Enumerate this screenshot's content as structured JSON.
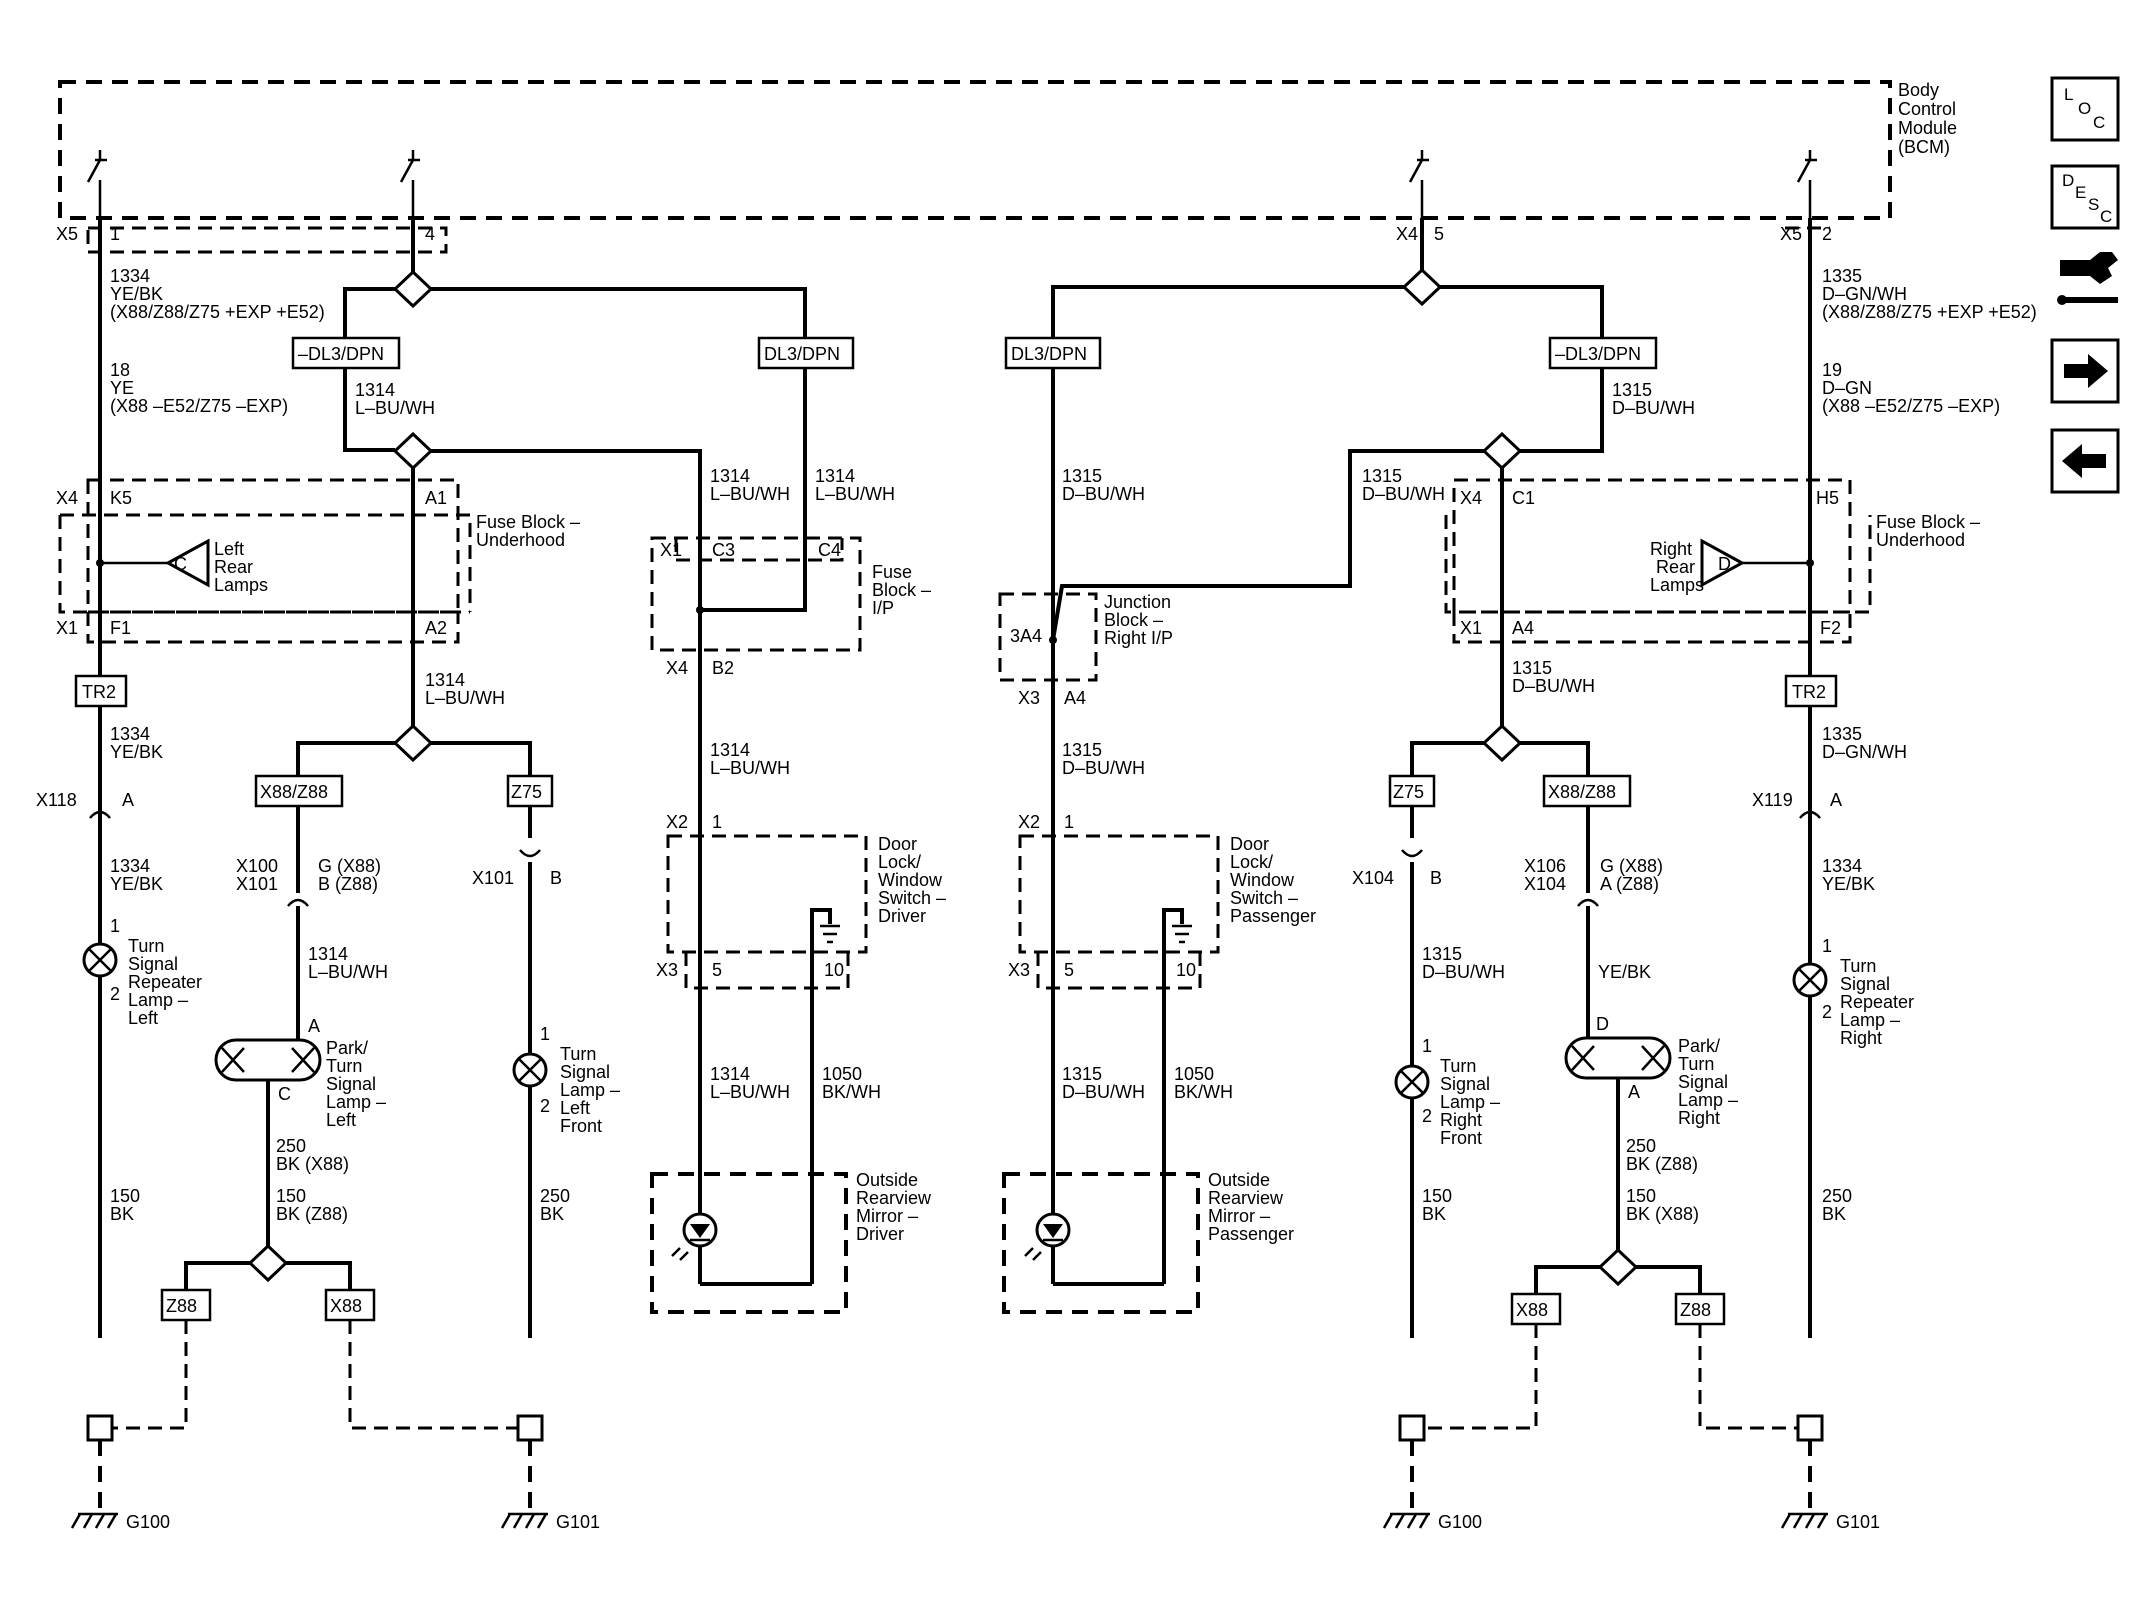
{
  "bcm": {
    "l1": "Body",
    "l2": "Control",
    "l3": "Module",
    "l4": "(BCM)"
  },
  "nav": {
    "loc": [
      "L",
      "O",
      "C"
    ],
    "desc": [
      "D",
      "E",
      "S",
      "C"
    ]
  },
  "left": {
    "pin_x5": "X5",
    "pin_1": "1",
    "pin_4": "4",
    "w1334_a": "1334",
    "w1334_b": "YE/BK",
    "w1334_c": "(X88/Z88/Z75 +EXP +E52)",
    "w18_a": "18",
    "w18_b": "YE",
    "w18_c": "(X88 –E52/Z75 –EXP)",
    "opt_ndl": "–DL3/DPN",
    "opt_dl": "DL3/DPN",
    "w1314_a": "1314",
    "w1314_b": "L–BU/WH",
    "x4": "X4",
    "k5": "K5",
    "a1": "A1",
    "fuse_1": "Fuse Block –",
    "fuse_2": "Underhood",
    "rear_1": "Left",
    "rear_2": "Rear",
    "rear_3": "Lamps",
    "rear_c": "C",
    "x1": "X1",
    "f1": "F1",
    "a2": "A2",
    "tr2": "TR2",
    "x118": "X118",
    "pa": "A",
    "x88z88": "X88/Z88",
    "z75": "Z75",
    "x100": "X100",
    "x101": "X101",
    "gx88": "G (X88)",
    "bz88": "B (Z88)",
    "x101b": "X101",
    "pb": "B",
    "rep_1": "Turn",
    "rep_2": "Signal",
    "rep_3": "Repeater",
    "rep_4": "Lamp –",
    "rep_5": "Left",
    "park_1": "Park/",
    "park_2": "Turn",
    "park_3": "Signal",
    "park_4": "Lamp –",
    "park_5": "Left",
    "pin_a": "A",
    "pin_c": "C",
    "front_1": "Turn",
    "front_2": "Signal",
    "front_3": "Lamp –",
    "front_4": "Left",
    "front_5": "Front",
    "w250": "250",
    "bkx88": "BK (X88)",
    "w150b": "150",
    "bkz88": "BK (Z88)",
    "w150": "150",
    "bk": "BK",
    "w250b": "250",
    "z88": "Z88",
    "x88": "X88",
    "g100": "G100",
    "g101": "G101",
    "n1": "1",
    "n2": "2"
  },
  "mid_left": {
    "w1314": "1314",
    "c1314": "L–BU/WH",
    "x1": "X1",
    "c3": "C3",
    "c4": "C4",
    "fuse_1": "Fuse",
    "fuse_2": "Block –",
    "fuse_3": "I/P",
    "x4": "X4",
    "b2": "B2",
    "x2": "X2",
    "p1": "1",
    "dl_1": "Door",
    "dl_2": "Lock/",
    "dl_3": "Window",
    "dl_4": "Switch –",
    "dl_5": "Driver",
    "x3": "X3",
    "p5": "5",
    "p10": "10",
    "w1050": "1050",
    "c1050": "BK/WH",
    "m_1": "Outside",
    "m_2": "Rearview",
    "m_3": "Mirror –",
    "m_4": "Driver"
  },
  "mid_right": {
    "opt_dl": "DL3/DPN",
    "w1315": "1315",
    "c1315": "D–BU/WH",
    "jb_1": "Junction",
    "jb_2": "Block –",
    "jb_3": "Right I/P",
    "jb_pin": "3A4",
    "x3": "X3",
    "a4": "A4",
    "x2": "X2",
    "p1": "1",
    "dl_1": "Door",
    "dl_2": "Lock/",
    "dl_3": "Window",
    "dl_4": "Switch –",
    "dl_5": "Passenger",
    "x3b": "X3",
    "p5": "5",
    "p10": "10",
    "w1050": "1050",
    "c1050": "BK/WH",
    "m_1": "Outside",
    "m_2": "Rearview",
    "m_3": "Mirror –",
    "m_4": "Passenger"
  },
  "right": {
    "x4": "X4",
    "pin_5": "5",
    "x5": "X5",
    "pin_2": "2",
    "w1335_a": "1335",
    "w1335_b": "D–GN/WH",
    "w1335_c": "(X88/Z88/Z75 +EXP +E52)",
    "w19_a": "19",
    "w19_b": "D–GN",
    "w19_c": "(X88 –E52/Z75 –EXP)",
    "opt_ndl": "–DL3/DPN",
    "w1315": "1315",
    "c1315": "D–BU/WH",
    "x4b": "X4",
    "c1": "C1",
    "h5": "H5",
    "fuse_1": "Fuse Block –",
    "fuse_2": "Underhood",
    "rear_1": "Right",
    "rear_2": "Rear",
    "rear_3": "Lamps",
    "rear_d": "D",
    "x1": "X1",
    "a4": "A4",
    "f2": "F2",
    "tr2": "TR2",
    "w1335b": "1335",
    "c1335": "D–GN/WH",
    "x119": "X119",
    "pa": "A",
    "z75": "Z75",
    "x88z88": "X88/Z88",
    "x104": "X104",
    "pb": "B",
    "x106": "X106",
    "x104b": "X104",
    "gx88": "G (X88)",
    "az88": "A (Z88)",
    "w1334": "1334",
    "c1334": "YE/BK",
    "rep_1": "Turn",
    "rep_2": "Signal",
    "rep_3": "Repeater",
    "rep_4": "Lamp –",
    "rep_5": "Right",
    "front_1": "Turn",
    "front_2": "Signal",
    "front_3": "Lamp –",
    "front_4": "Right",
    "front_5": "Front",
    "park_1": "Park/",
    "park_2": "Turn",
    "park_3": "Signal",
    "park_4": "Lamp –",
    "park_5": "Right",
    "pin_d": "D",
    "pin_a": "A",
    "w250": "250",
    "bkz88": "BK (Z88)",
    "w150b": "150",
    "bkx88": "BK (X88)",
    "w150": "150",
    "bk": "BK",
    "w250b": "250",
    "x88": "X88",
    "z88": "Z88",
    "g100": "G100",
    "g101": "G101",
    "n1": "1",
    "n2": "2"
  }
}
